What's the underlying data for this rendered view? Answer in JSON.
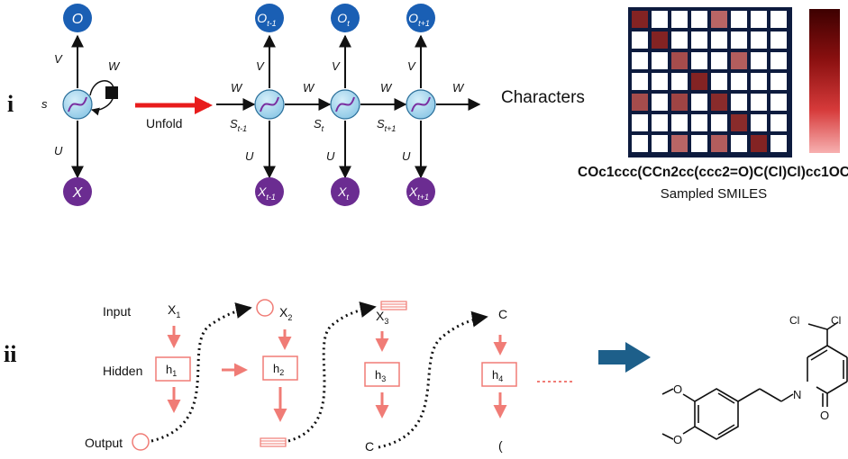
{
  "panels": {
    "i": {
      "roman": "i",
      "folded": {
        "output": "O",
        "input": "X",
        "state": "s",
        "v": "V",
        "u": "U",
        "w": "W"
      },
      "unfold_label": "Unfold",
      "unrolled": {
        "outputs_main": [
          "O",
          "O",
          "O"
        ],
        "outputs_sub": [
          "t-1",
          "t",
          "t+1"
        ],
        "inputs_main": [
          "X",
          "X",
          "X"
        ],
        "inputs_sub": [
          "t-1",
          "t",
          "t+1"
        ],
        "states_main": [
          "S",
          "S",
          "S"
        ],
        "states_sub": [
          "t-1",
          "t",
          "t+1"
        ],
        "v": "V",
        "u": "U",
        "w": "W"
      },
      "characters_label": "Characters",
      "smiles": "COc1ccc(CCn2cc(ccc2=O)C(Cl)Cl)cc1OC",
      "sampled_label": "Sampled SMILES",
      "heatmap": {
        "rows": 7,
        "cols": 8,
        "cells": [
          [
            0.85,
            0,
            0,
            0,
            0.45,
            0,
            0,
            0
          ],
          [
            0,
            0.85,
            0,
            0,
            0,
            0,
            0,
            0
          ],
          [
            0,
            0,
            0.6,
            0,
            0,
            0.5,
            0,
            0
          ],
          [
            0,
            0,
            0,
            0.85,
            0,
            0,
            0,
            0
          ],
          [
            0.6,
            0,
            0.65,
            0,
            0.8,
            0,
            0,
            0
          ],
          [
            0,
            0,
            0,
            0,
            0,
            0.8,
            0,
            0
          ],
          [
            0,
            0,
            0.45,
            0,
            0.5,
            0,
            0.85,
            0
          ]
        ],
        "colorbar_colors": [
          "#f5a3a3",
          "#e35555",
          "#b42222",
          "#6e0a0a",
          "#3d0000"
        ]
      }
    },
    "ii": {
      "roman": "ii",
      "row_labels": {
        "input": "Input",
        "hidden": "Hidden",
        "output": "Output"
      },
      "steps": [
        {
          "input_main": "X",
          "input_sub": "1",
          "hidden_main": "h",
          "hidden_sub": "1"
        },
        {
          "input_main": "X",
          "input_sub": "2",
          "hidden_main": "h",
          "hidden_sub": "2"
        },
        {
          "input_main": "X",
          "input_sub": "3",
          "hidden_main": "h",
          "hidden_sub": "3"
        },
        {
          "input_main": "C",
          "input_sub": "",
          "hidden_main": "h",
          "hidden_sub": "4"
        }
      ],
      "outputs": [
        "C",
        "("
      ],
      "molecule_labels": {
        "cl1": "Cl",
        "cl2": "Cl",
        "n": "N",
        "o_carbonyl": "O",
        "o_methoxy1": "O",
        "o_methoxy2": "O"
      }
    }
  },
  "colors": {
    "node_blue": "#1a5fb4",
    "node_purple": "#6b2c91",
    "cell_fill": "#9fd3ec",
    "red_arrow": "#e81c1c",
    "salmon": "#f07c76",
    "navy_arrow": "#1d5f8a",
    "heat_border": "#0d1b3e"
  }
}
